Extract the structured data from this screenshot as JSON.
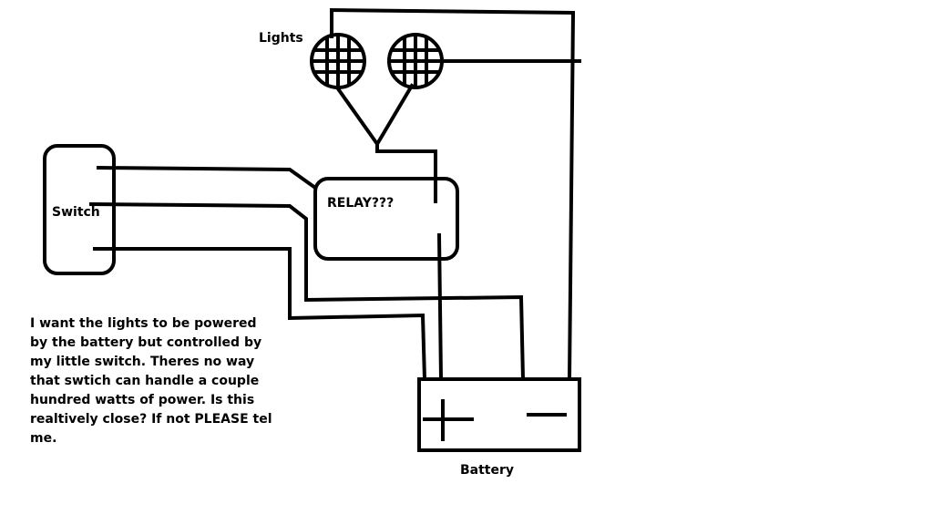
{
  "labels": {
    "lights": "Lights",
    "switch": "Switch",
    "relay": "RELAY???",
    "battery": "Battery"
  },
  "note": {
    "lines": [
      "I want the lights to be powered",
      "by the battery but controlled by",
      "my little switch. Theres no way",
      "that swtich can handle a couple",
      "hundred watts of power. Is this",
      "realtively close? If not PLEASE tel",
      "me."
    ]
  },
  "colors": {
    "ink": "#000000",
    "background": "#ffffff"
  }
}
